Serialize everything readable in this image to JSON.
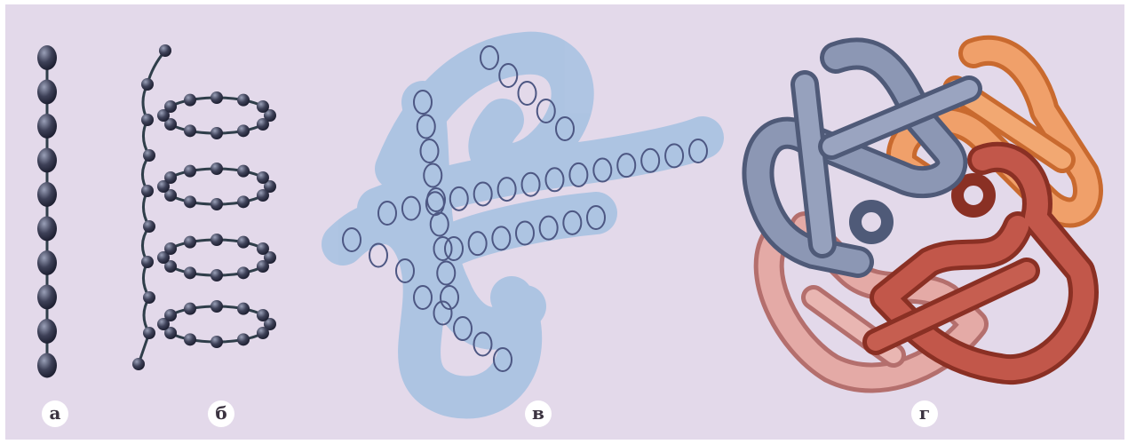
{
  "figure": {
    "background_color": "#e3d9ea",
    "panels": [
      {
        "id": "a",
        "label": "а",
        "description_color": "#3d3f55"
      },
      {
        "id": "b",
        "label": "б",
        "description_color": "#3d3f55"
      },
      {
        "id": "c",
        "label": "в",
        "description_color": "#8fb3d8"
      },
      {
        "id": "d",
        "label": "г",
        "subunit_colors": [
          "#7e8aa6",
          "#e9915a",
          "#d99a96",
          "#b54e3e"
        ]
      }
    ]
  }
}
